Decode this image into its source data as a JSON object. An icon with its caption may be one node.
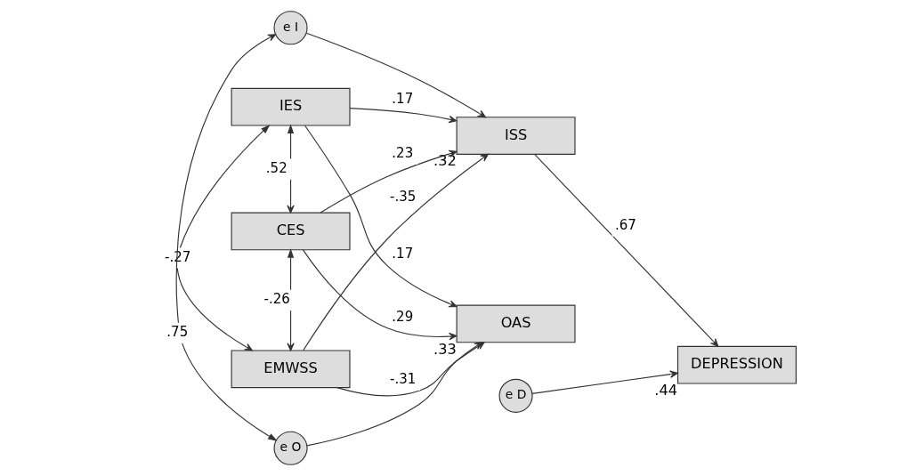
{
  "diagram": {
    "nodes": [
      {
        "text": [
          "IES"
        ]
      },
      {
        "text": [
          "CES"
        ]
      },
      {
        "text": [
          "EMWSS"
        ]
      },
      {
        "text": [
          "e O"
        ]
      },
      {
        "text": [
          "OAS"
        ],
        "beside": [
          ".33"
        ]
      },
      {
        "text": [
          "e I"
        ]
      },
      {
        "text": [
          "ISS"
        ],
        "beside": [
          ".32"
        ]
      },
      {
        "text": [
          "e D"
        ]
      },
      {
        "text": [
          "DEPRESSION"
        ],
        "beside": [
          ".44"
        ]
      }
    ],
    "edges": [
      {
        "from": 0,
        "to": 1,
        "arrow": "both",
        "label": ".52"
      },
      {
        "from": 0,
        "to": 2,
        "arrow": "both",
        "label": "-.27"
      },
      {
        "from": 1,
        "to": 2,
        "arrow": "both",
        "label": "-.26"
      },
      {
        "from": 0,
        "to": 4,
        "arrow": "to",
        "label": ".17"
      },
      {
        "from": 0,
        "to": 6,
        "arrow": "to",
        "label": ".17"
      },
      {
        "from": 1,
        "to": 4,
        "arrow": "to",
        "label": ".29"
      },
      {
        "from": 1,
        "to": 6,
        "arrow": "to",
        "label": ".23"
      },
      {
        "from": 2,
        "to": 4,
        "arrow": "to",
        "label": "-.31"
      },
      {
        "from": 2,
        "to": 6,
        "arrow": "to",
        "label": "-.35"
      },
      {
        "from": 3,
        "to": 4,
        "arrow": "to"
      },
      {
        "from": 5,
        "to": 6,
        "arrow": "to"
      },
      {
        "from": 3,
        "to": 5,
        "arrow": "both",
        "label": ".75"
      },
      {
        "from": 6,
        "to": 8,
        "arrow": "to",
        "label": ".67"
      },
      {
        "from": 7,
        "to": 8,
        "arrow": "to"
      }
    ]
  }
}
